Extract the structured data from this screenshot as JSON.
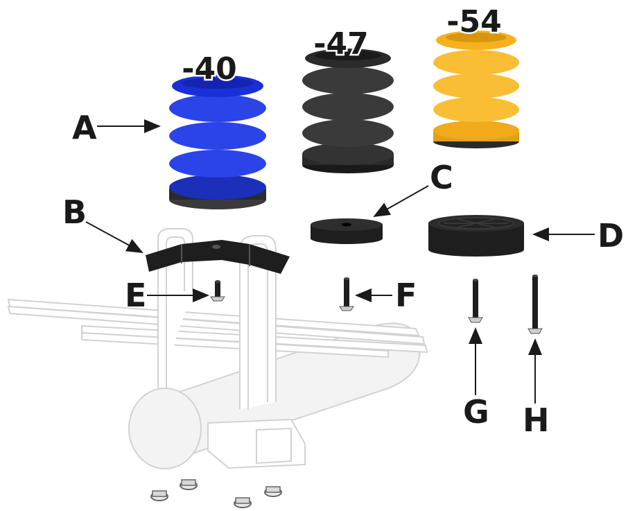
{
  "diagram": {
    "model_labels": {
      "blue": "-40",
      "black": "-47",
      "yellow": "-54"
    },
    "callouts": {
      "a": "A",
      "b": "B",
      "c": "C",
      "d": "D",
      "e": "E",
      "f": "F",
      "g": "G",
      "h": "H"
    },
    "colors": {
      "blue_spring": "#1a2fd6",
      "black_spring": "#2b2b2b",
      "yellow_spring": "#f6b21e",
      "parts": "#1e1e1e",
      "ghost_outline": "#d2d2d2"
    }
  }
}
